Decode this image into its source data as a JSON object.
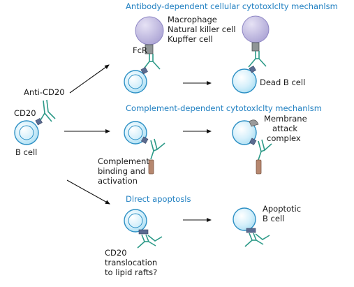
{
  "colors": {
    "heading": "#1f7fc1",
    "cell_fill": "#bfe6f7",
    "cell_stroke": "#2b8fc4",
    "effector_fill": "#bdb6dc",
    "effector_stroke": "#8e86c4",
    "antibody": "#2d9a88",
    "receptor": "#5a6b90",
    "fcr": "#8f9596",
    "mac": "#8a8a8a",
    "complement": "#b6876f"
  },
  "left": {
    "anti_cd20": "Anti-CD20",
    "cd20": "CD20",
    "b_cell": "B cell"
  },
  "adcc": {
    "title": "Antibody-dependent cellular cytotoxlclty mechanlsm",
    "effectors": [
      "Macrophage",
      "Natural killer cell",
      "Kupffer cell"
    ],
    "fcr": "FcR",
    "result": "Dead B cell"
  },
  "cdc": {
    "title": "Complement-dependent cytotoxlclty mechanlsm",
    "complement_label": [
      "Complement",
      "binding and",
      "activation"
    ],
    "mac_label": [
      "Membrane",
      "attack",
      "complex"
    ]
  },
  "apoptosis": {
    "title": "Dlrect apoptosls",
    "translocation_label": [
      "CD20",
      "translocation",
      "to lipid rafts?"
    ],
    "result": [
      "Apoptotic",
      "B cell"
    ]
  }
}
